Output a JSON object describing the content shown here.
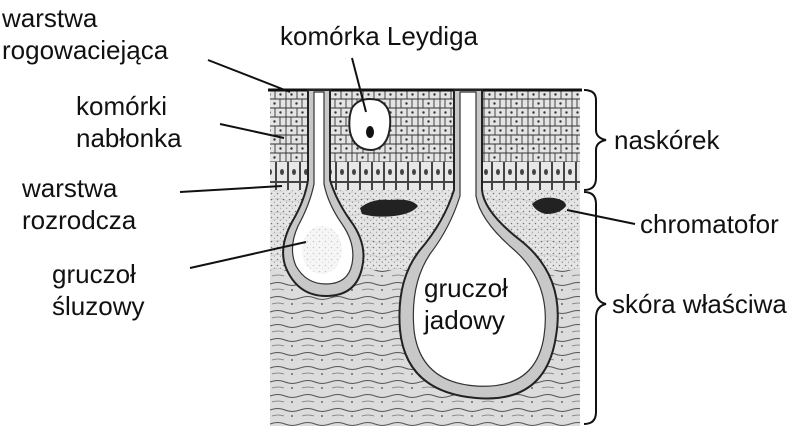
{
  "labels": {
    "stratum_corneum": "warstwa\nrogowaciejąca",
    "leydig_cell": "komórka Leydiga",
    "epithelial_cells": "komórki\nnabłonka",
    "stratum_germinativum": "warstwa\nrozrodcza",
    "mucous_gland": "gruczoł\nśluzowy",
    "poison_gland": "gruczoł\njadowy",
    "epidermis": "naskórek",
    "chromatophore": "chromatofor",
    "dermis": "skóra właściwa"
  },
  "colors": {
    "ink": "#111111",
    "tissue": "#d9d9d9",
    "cell_outline": "#333333",
    "gland_lumen": "#ffffff"
  }
}
